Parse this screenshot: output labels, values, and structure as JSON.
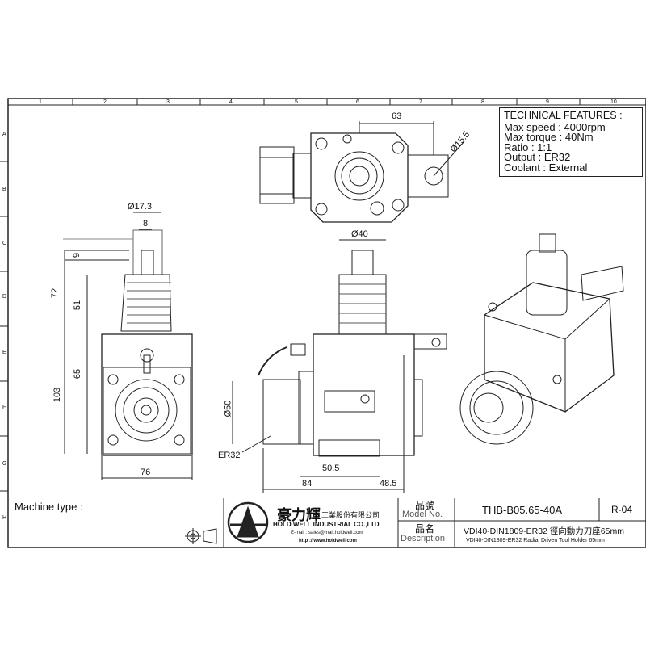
{
  "ruler": {
    "columns": [
      "1",
      "2",
      "3",
      "4",
      "5",
      "6",
      "7",
      "8",
      "9",
      "10"
    ],
    "rows": [
      "A",
      "B",
      "C",
      "D",
      "E",
      "F",
      "G",
      "H"
    ]
  },
  "technical_features": {
    "title": "TECHNICAL FEATURES :",
    "lines": [
      "Max speed : 4000rpm",
      "Max torque : 40Nm",
      "Ratio : 1:1",
      "Output : ER32",
      "Coolant : External"
    ]
  },
  "dimensions": {
    "top_width": "63",
    "top_hole": "Ø15.5",
    "shank_dia": "Ø17.3",
    "key_width": "8",
    "key_height": "9",
    "upper_height": "72",
    "thread_height": "51",
    "body_upper": "65",
    "body_total": "103",
    "body_width": "76",
    "shank_dia_side": "Ø40",
    "collet_dia": "Ø50",
    "collet_type": "ER32",
    "side_50_5": "50.5",
    "side_84": "84",
    "side_48_5": "48.5"
  },
  "title_block": {
    "machine_type_label": "Machine type :",
    "company_cn": "豪力輝",
    "company_cn_suffix": "工業股份有限公司",
    "company_en": "HOLD WELL INDUSTRIAL CO.,LTD",
    "email": "E-mail : sales@mail.holdwell.com",
    "website": "http ://www.holdwell.com",
    "model_label_cn": "品號",
    "model_label_en": "Model No.",
    "model_value": "THB-B05.65-40A",
    "revision": "R-04",
    "desc_label_cn": "品名",
    "desc_label_en": "Description",
    "desc_cn": "VDI40-DIN1809-ER32 徑向動力刀座65mm",
    "desc_en": "VDI40-DIN1809-ER32 Radial Driven Tool Holder 65mm"
  }
}
